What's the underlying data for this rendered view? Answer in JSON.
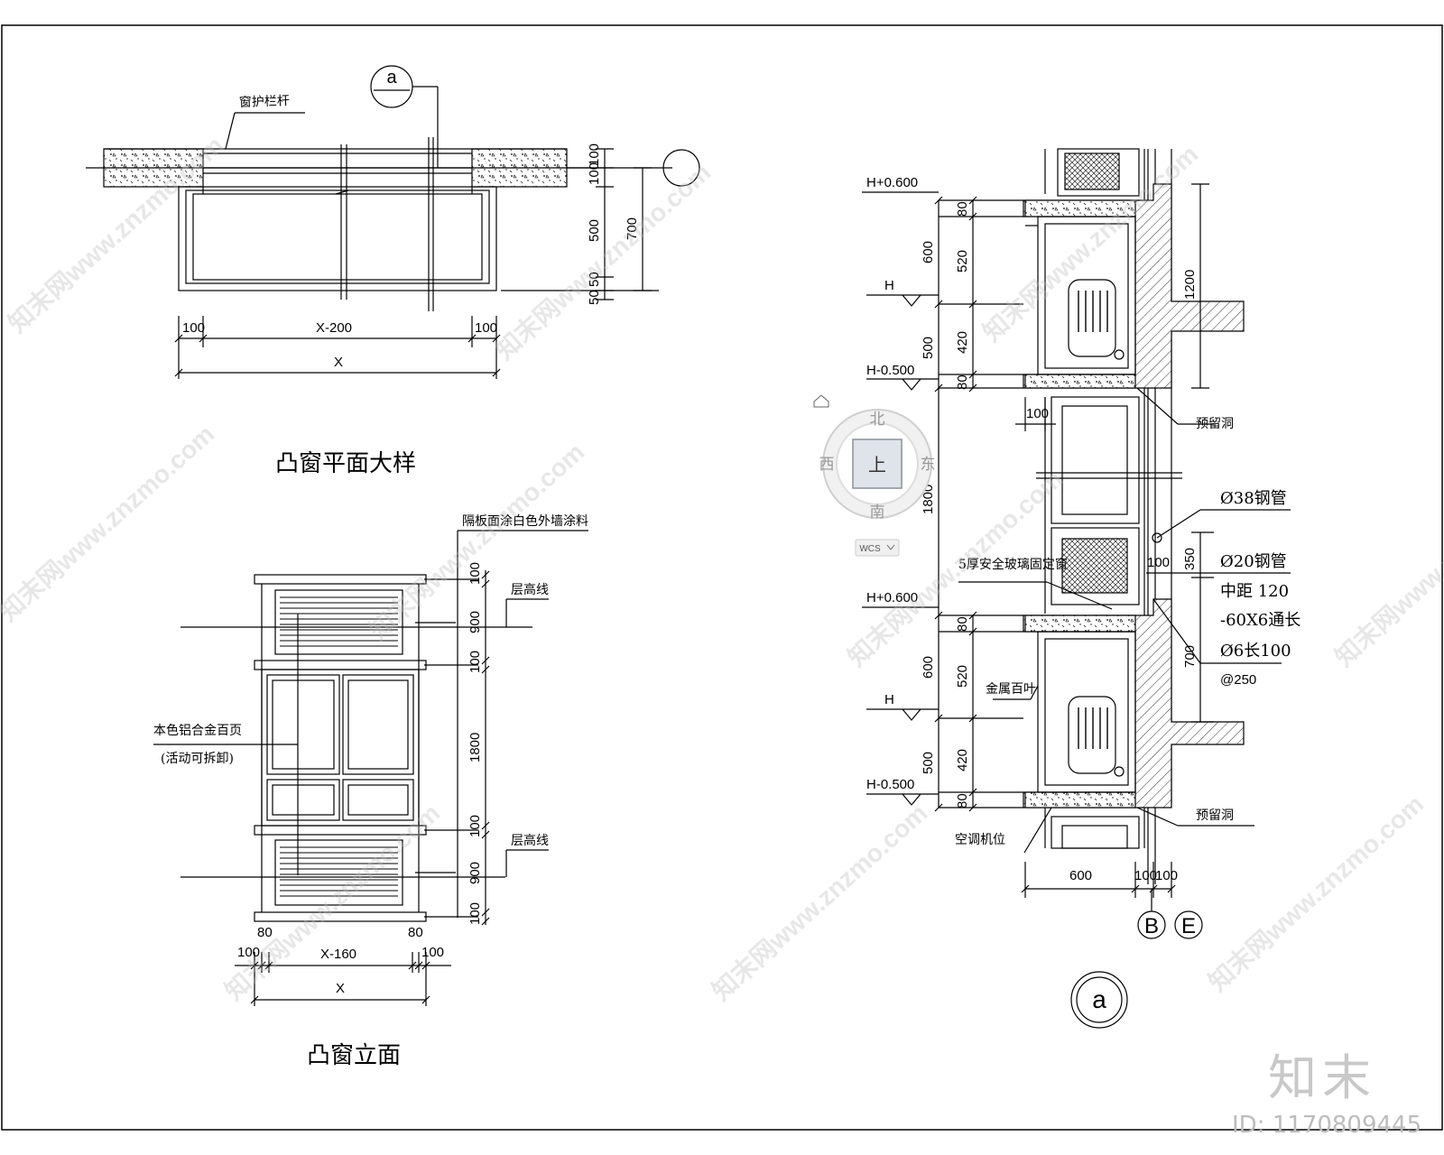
{
  "window": {
    "background": "#ffffff",
    "line_color": "#000000",
    "watermark_color": "#bdbdbd"
  },
  "plan": {
    "title": "凸窗平面大样",
    "rail_label": "窗护栏杆",
    "section_marker": "a",
    "dims_right": [
      "100",
      "100",
      "500",
      "700",
      "50",
      "50"
    ],
    "dims_bottom": [
      "100",
      "X-200",
      "100",
      "X"
    ]
  },
  "elevation": {
    "title": "凸窗立面",
    "top_label": "隔板面涂白色外墙涂料",
    "floor_line_1": "层高线",
    "floor_line_2": "层高线",
    "louver_label_1": "本色铝合金百页",
    "louver_label_2": "(活动可拆卸)",
    "dims_right": [
      "100",
      "900",
      "100",
      "1800",
      "100",
      "900",
      "100"
    ],
    "dims_bottom": [
      "80",
      "80",
      "100",
      "X-160",
      "100",
      "X"
    ]
  },
  "section": {
    "levels": [
      "H+0.600",
      "H",
      "H-0.500",
      "H+0.600",
      "H",
      "H-0.500"
    ],
    "dims_left_outer": [
      "600",
      "500",
      "1800",
      "600",
      "500"
    ],
    "dims_left_inner": [
      "80",
      "520",
      "420",
      "80",
      "80",
      "520",
      "420",
      "80"
    ],
    "dim_100": "100",
    "dims_right": [
      "1200",
      "350",
      "700"
    ],
    "labels": {
      "reserve_hole_1": "预留洞",
      "pipe_38": "Ø38钢管",
      "glass": "5厚安全玻璃固定窗",
      "pipe_20": "Ø20钢管",
      "spacing": "中距 120",
      "flat_bar": "-60X6通长",
      "rebar": "Ø6长100",
      "rebar_spacing": "@250",
      "metal_louver": "金属百叶",
      "reserve_hole_2": "预留洞",
      "ac_position": "空调机位",
      "dim_100_right": "100"
    },
    "dims_bottom": [
      "600",
      "100",
      "100"
    ],
    "axes": [
      "B",
      "E"
    ],
    "marker": "a"
  },
  "viewcube": {
    "north": "北",
    "south": "南",
    "east": "东",
    "west": "西",
    "face": "上",
    "wcs": "WCS"
  },
  "watermark": {
    "site": "知末网www.znzmo.com",
    "brand": "知末",
    "id": "ID: 1170809445"
  }
}
